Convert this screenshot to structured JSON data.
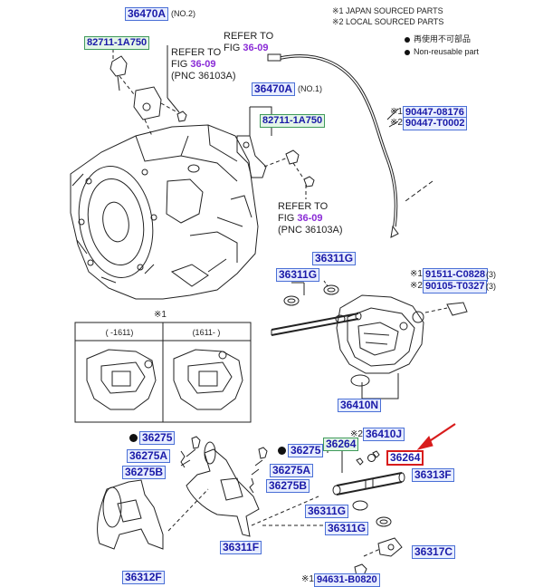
{
  "legend": {
    "line1": "※1 JAPAN SOURCED PARTS",
    "line2": "※2 LOCAL SOURCED PARTS",
    "reuse_jp": "再使用不可部品",
    "reuse_en": "Non-reusable part"
  },
  "refer": {
    "a_line1": "REFER TO",
    "a_line2_prefix": "FIG",
    "a_fig": "36-09",
    "b_line1": "REFER TO",
    "b_line2_prefix": "FIG",
    "b_fig": "36-09",
    "b_line3": "(PNC 36103A)",
    "c_line1": "REFER TO",
    "c_line2_prefix": "FIG",
    "c_fig": "36-09",
    "c_line3": "(PNC 36103A)"
  },
  "parts": {
    "p36470A_1": "36470A",
    "p36470A_1_note": "(NO.2)",
    "p82711_1": "82711-1A750",
    "p36470A_2": "36470A",
    "p36470A_2_note": "(NO.1)",
    "p82711_2": "82711-1A750",
    "p90447_a": "90447-08176",
    "p90447_b": "90447-T0002",
    "p36311G_a": "36311G",
    "p36311G_b": "36311G",
    "p91511": "91511-C0828",
    "p91511_qty": "(3)",
    "p90105": "90105-T0327",
    "p90105_qty": "(3)",
    "p36410N": "36410N",
    "p36410J": "36410J",
    "p36264_a": "36264",
    "p36264_b": "36264",
    "p36275_a": "36275",
    "p36275A_a": "36275A",
    "p36275B_a": "36275B",
    "p36275_b": "36275",
    "p36275A_b": "36275A",
    "p36275B_b": "36275B",
    "p36313F": "36313F",
    "p36311G_c": "36311G",
    "p36311G_d": "36311G",
    "p36311F": "36311F",
    "p36317C": "36317C",
    "p36312F": "36312F",
    "p_bottom": "94631-B0820"
  },
  "marks": {
    "m1a": "※1",
    "m2a": "※2",
    "m1b": "※1",
    "m2b": "※2",
    "m1c": "※1",
    "m2c": "※2",
    "m1inset": "※1",
    "m2410j": "※2"
  },
  "inset": {
    "left_header": "(      -1611)",
    "right_header": "(1611-      )"
  },
  "colors": {
    "accent_blue": "#4a6fd6",
    "accent_green": "#3f9a5a",
    "figure_purple": "#8a2bd6",
    "highlight_red": "#d81c1c"
  }
}
